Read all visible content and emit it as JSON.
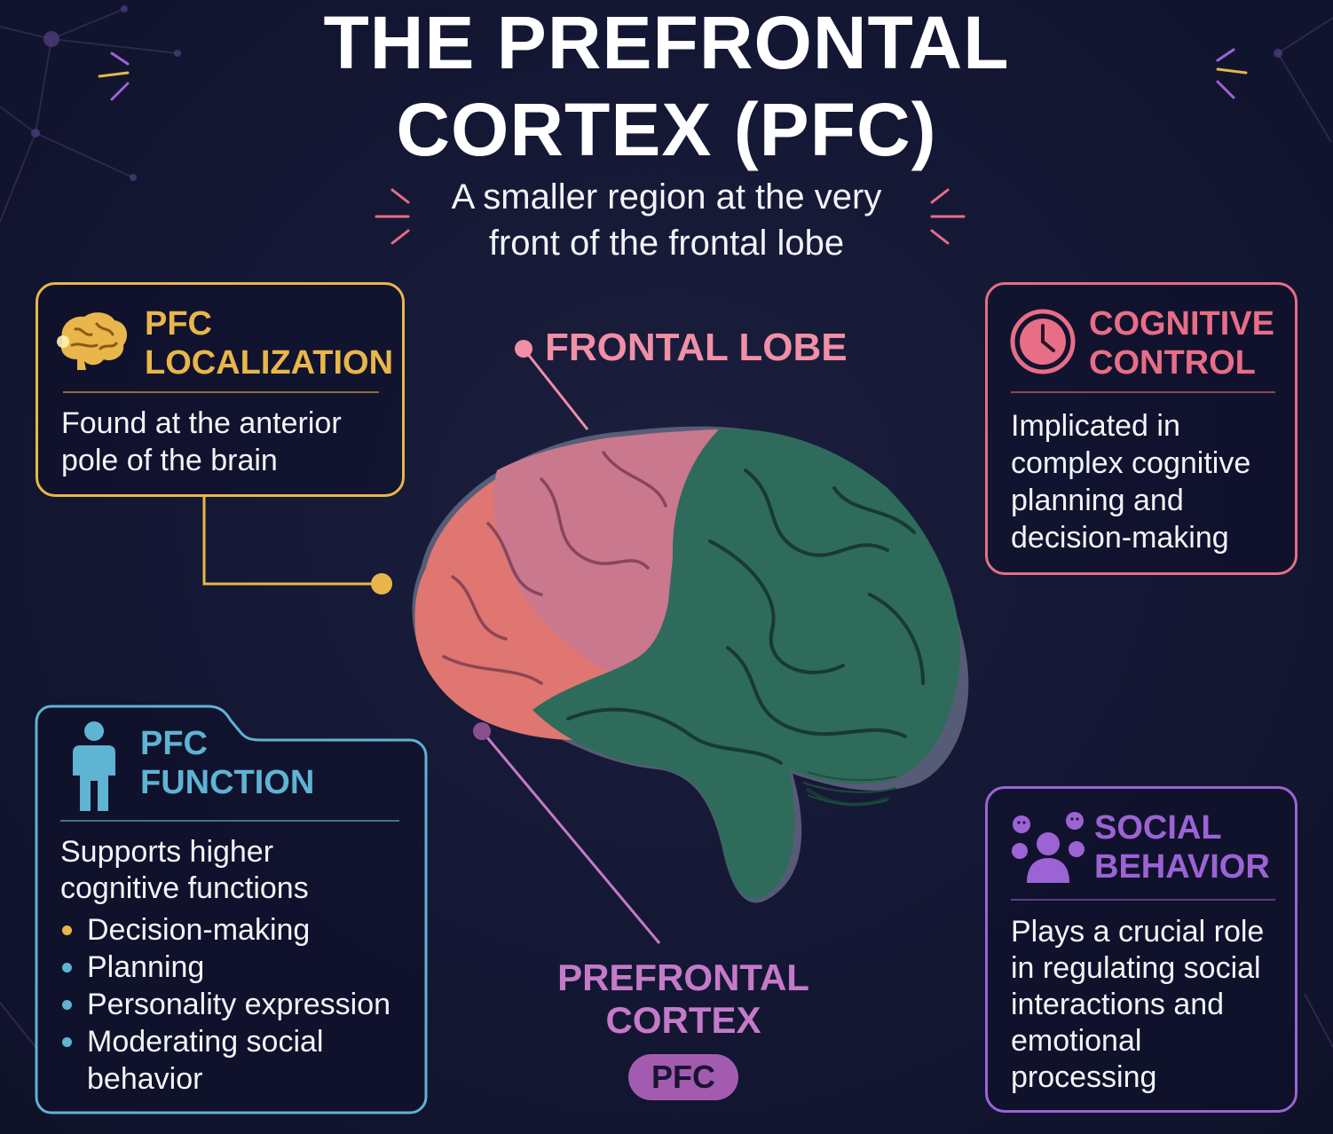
{
  "title": {
    "line1": "THE PREFRONTAL",
    "line2": "CORTEX (PFC)"
  },
  "subtitle": {
    "line1": "A smaller region at the very",
    "line2": "front of the frontal lobe"
  },
  "colors": {
    "background": "#141733",
    "localization": "#e8b64a",
    "cognitive": "#e86d86",
    "function": "#5fb3d3",
    "social": "#9c63d4",
    "frontal_lobe_label": "#f08fa6",
    "pfc_label": "#c57ac9",
    "brain_pink": "#c9788e",
    "brain_salmon": "#e07671",
    "brain_green": "#2f6b5a"
  },
  "cards": {
    "localization": {
      "icon": "brain-icon",
      "head1": "PFC",
      "head2": "LOCALIZATION",
      "body1": "Found at the anterior",
      "body2": "pole of the brain"
    },
    "cognitive": {
      "icon": "clock-icon",
      "head1": "COGNITIVE",
      "head2": "CONTROL",
      "body1": "Implicated in",
      "body2": "complex cognitive",
      "body3": "planning and",
      "body4": "decision-making"
    },
    "function": {
      "icon": "person-icon",
      "head1": "PFC",
      "head2": "FUNCTION",
      "body1": "Supports higher",
      "body2": "cognitive functions",
      "items": [
        "Decision-making",
        "Planning",
        "Personality expression",
        "Moderating social"
      ],
      "item4_cont": "behavior"
    },
    "social": {
      "icon": "group-icon",
      "head1": "SOCIAL",
      "head2": "BEHAVIOR",
      "body1": "Plays a crucial role",
      "body2": "in regulating social",
      "body3": "interactions and",
      "body4": "emotional",
      "body5": "processing"
    }
  },
  "labels": {
    "frontal_lobe": "FRONTAL LOBE",
    "pfc1": "PREFRONTAL",
    "pfc2": "CORTEX",
    "pfc_pill": "PFC"
  }
}
